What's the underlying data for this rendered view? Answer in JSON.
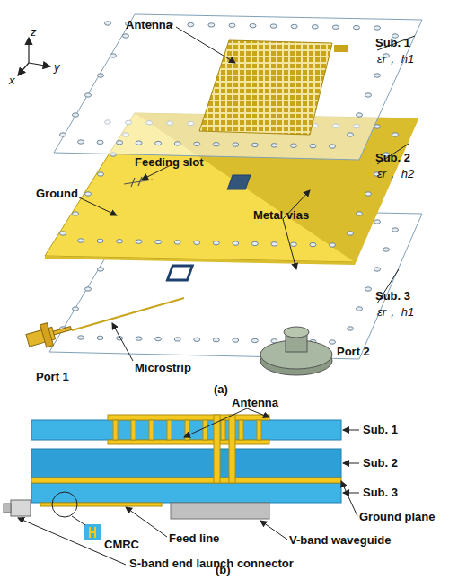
{
  "diagram": {
    "labels": [
      "z",
      "y",
      "x",
      "Antenna",
      "Sub. 1",
      "εr， h1",
      "Feeding slot",
      "Sub. 2",
      "εr， h2",
      "Ground",
      "Metal vias",
      "Sub. 3",
      "εr， h1",
      "Port 1",
      "Microstrip",
      "Port 2",
      "(a)",
      "Antenna",
      "Sub. 1",
      "Sub. 2",
      "Sub. 3",
      "Ground plane",
      "Feed line",
      "V-band waveguide",
      "CMRC",
      "S-band end launch connector",
      "(b)"
    ]
  }
}
